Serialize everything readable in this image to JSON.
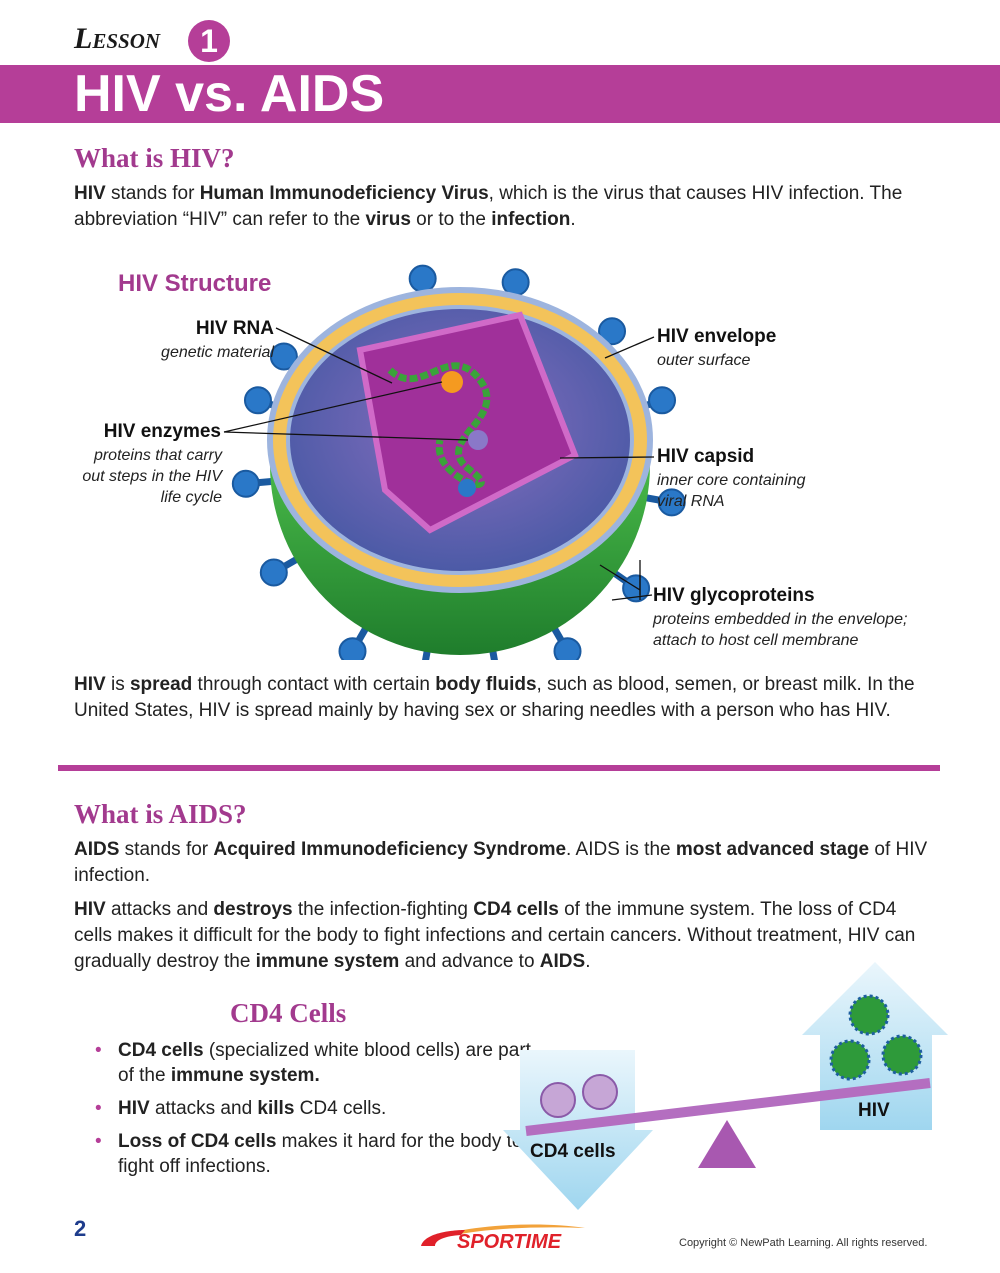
{
  "header": {
    "lesson_label": "Lesson",
    "lesson_number": "1",
    "title": "HIV vs. AIDS"
  },
  "section1": {
    "heading": "What is HIV?",
    "intro": [
      {
        "t": "HIV",
        "b": true
      },
      {
        "t": " stands for ",
        "b": false
      },
      {
        "t": "Human Immunodeficiency Virus",
        "b": true
      },
      {
        "t": ", which is the virus that causes HIV infection. The abbreviation “HIV” can refer to the ",
        "b": false
      },
      {
        "t": "virus",
        "b": true
      },
      {
        "t": " or to the ",
        "b": false
      },
      {
        "t": "infection",
        "b": true
      },
      {
        "t": ".",
        "b": false
      }
    ],
    "diagram": {
      "title": "HIV Structure",
      "labels": [
        {
          "name": "HIV RNA",
          "desc": "genetic material"
        },
        {
          "name": "HIV enzymes",
          "desc": "proteins that carry out steps in the HIV life cycle"
        },
        {
          "name": "HIV envelope",
          "desc": "outer surface"
        },
        {
          "name": "HIV capsid",
          "desc": "inner core containing viral RNA"
        },
        {
          "name": "HIV glycoproteins",
          "desc": "proteins embedded in the envelope; attach to host cell membrane"
        }
      ]
    },
    "spread": [
      {
        "t": "HIV",
        "b": true
      },
      {
        "t": " is ",
        "b": false
      },
      {
        "t": "spread",
        "b": true
      },
      {
        "t": " through contact with certain ",
        "b": false
      },
      {
        "t": "body fluids",
        "b": true
      },
      {
        "t": ", such as blood, semen, or breast milk. In the United States, HIV is spread mainly by having sex or sharing needles with a person who has HIV.",
        "b": false
      }
    ]
  },
  "section2": {
    "heading": "What is AIDS?",
    "p1": [
      {
        "t": "AIDS",
        "b": true
      },
      {
        "t": " stands for ",
        "b": false
      },
      {
        "t": "Acquired Immunodeficiency Syndrome",
        "b": true
      },
      {
        "t": ". AIDS is the ",
        "b": false
      },
      {
        "t": "most advanced stage",
        "b": true
      },
      {
        "t": " of HIV infection.",
        "b": false
      }
    ],
    "p2": [
      {
        "t": "HIV",
        "b": true
      },
      {
        "t": " attacks and ",
        "b": false
      },
      {
        "t": "destroys",
        "b": true
      },
      {
        "t": " the infection-fighting ",
        "b": false
      },
      {
        "t": "CD4 cells",
        "b": true
      },
      {
        "t": " of the immune system. The loss of CD4 cells makes it difficult for the body to fight infections and certain cancers. Without treatment, HIV can gradually destroy the ",
        "b": false
      },
      {
        "t": "immune system",
        "b": true
      },
      {
        "t": " and advance to ",
        "b": false
      },
      {
        "t": "AIDS",
        "b": true
      },
      {
        "t": ".",
        "b": false
      }
    ],
    "cd4_heading": "CD4 Cells",
    "bullets": [
      [
        {
          "t": "CD4 cells",
          "b": true
        },
        {
          "t": " (specialized white blood cells) are part of the ",
          "b": false
        },
        {
          "t": "immune system.",
          "b": true
        }
      ],
      [
        {
          "t": "HIV",
          "b": true
        },
        {
          "t": " attacks and ",
          "b": false
        },
        {
          "t": "kills",
          "b": true
        },
        {
          "t": " CD4 cells.",
          "b": false
        }
      ],
      [
        {
          "t": "Loss of CD4 cells",
          "b": true
        },
        {
          "t": " makes it hard for the body to fight off infections.",
          "b": false
        }
      ]
    ],
    "seesaw": {
      "left_label": "CD4 cells",
      "right_label": "HIV"
    }
  },
  "footer": {
    "page_number": "2",
    "logo_text": "SPORTIME",
    "copyright": "Copyright © NewPath Learning. All rights reserved."
  },
  "colors": {
    "accent": "#b53e98",
    "heading": "#a23a8e",
    "page_number": "#1e3c8c"
  }
}
